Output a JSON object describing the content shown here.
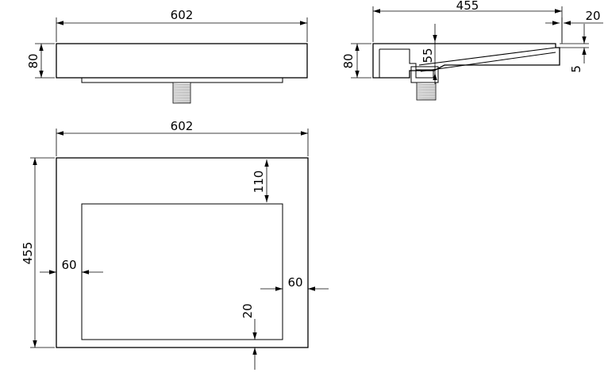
{
  "drawing": {
    "views": {
      "top_view": {
        "width_label": "602",
        "height_label": "80"
      },
      "side_view": {
        "depth_label": "455",
        "lip_label": "20",
        "height_label": "80",
        "drain_depth_label": "55",
        "slope_label": "5"
      },
      "plan_view": {
        "width_label": "602",
        "depth_label": "455",
        "back_margin_label": "110",
        "left_margin_label": "60",
        "right_margin_label": "60",
        "front_margin_label": "20"
      }
    },
    "colors": {
      "line": "#000000",
      "background": "#ffffff"
    }
  }
}
